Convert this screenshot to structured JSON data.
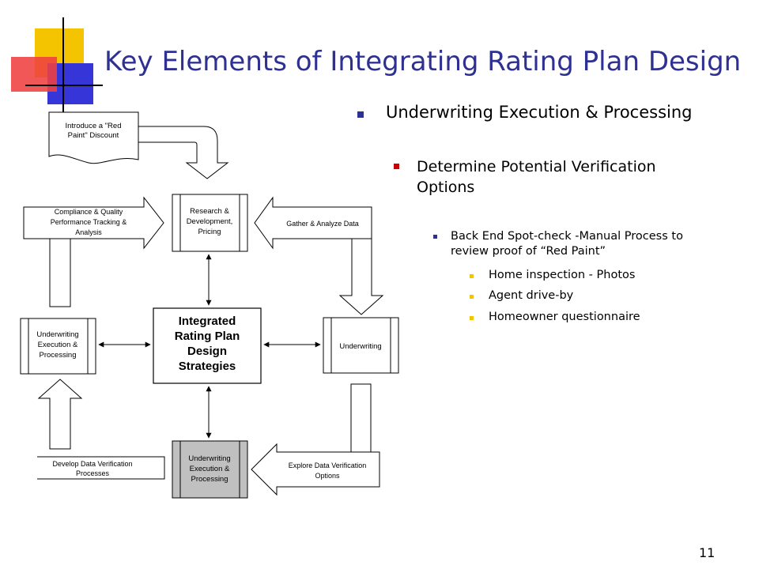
{
  "slide": {
    "title": "Key Elements of Integrating Rating Plan Design",
    "page_number": "11"
  },
  "diagram": {
    "center": [
      "Integrated",
      "Rating Plan",
      "Design",
      "Strategies"
    ],
    "research": [
      "Research &",
      "Development,",
      "Pricing"
    ],
    "underwriting_right": "Underwriting",
    "underwriting_left": [
      "Underwriting",
      "Execution &",
      "Processing"
    ],
    "underwriting_bottom": [
      "Underwriting",
      "Execution &",
      "Processing"
    ],
    "red_paint_doc": [
      "Introduce a \"Red",
      "Paint\" Discount"
    ],
    "compliance": [
      "Compliance & Quality",
      "Performance Tracking &",
      "Analysis"
    ],
    "gather": "Gather & Analyze Data",
    "develop": [
      "Develop Data Verification",
      "Processes"
    ],
    "explore": [
      "Explore Data Verification",
      "Options"
    ]
  },
  "bullets": {
    "level1": "Underwriting Execution & Processing",
    "level2": "Determine Potential Verification Options",
    "level3": "Back End Spot-check -Manual Process to review proof of “Red Paint”",
    "level4": [
      "Home inspection - Photos",
      "Agent drive-by",
      "Homeowner questionnaire"
    ]
  },
  "colors": {
    "title": "#2e3092",
    "bullet_l1": "#2e3092",
    "bullet_l2": "#cc0000",
    "bullet_l3": "#2e3092",
    "bullet_l4": "#f5c400",
    "highlight_box": "#c0c0c0",
    "deco_yellow": "#f5c400",
    "deco_red": "#f04040",
    "deco_blue": "#3535d8"
  }
}
